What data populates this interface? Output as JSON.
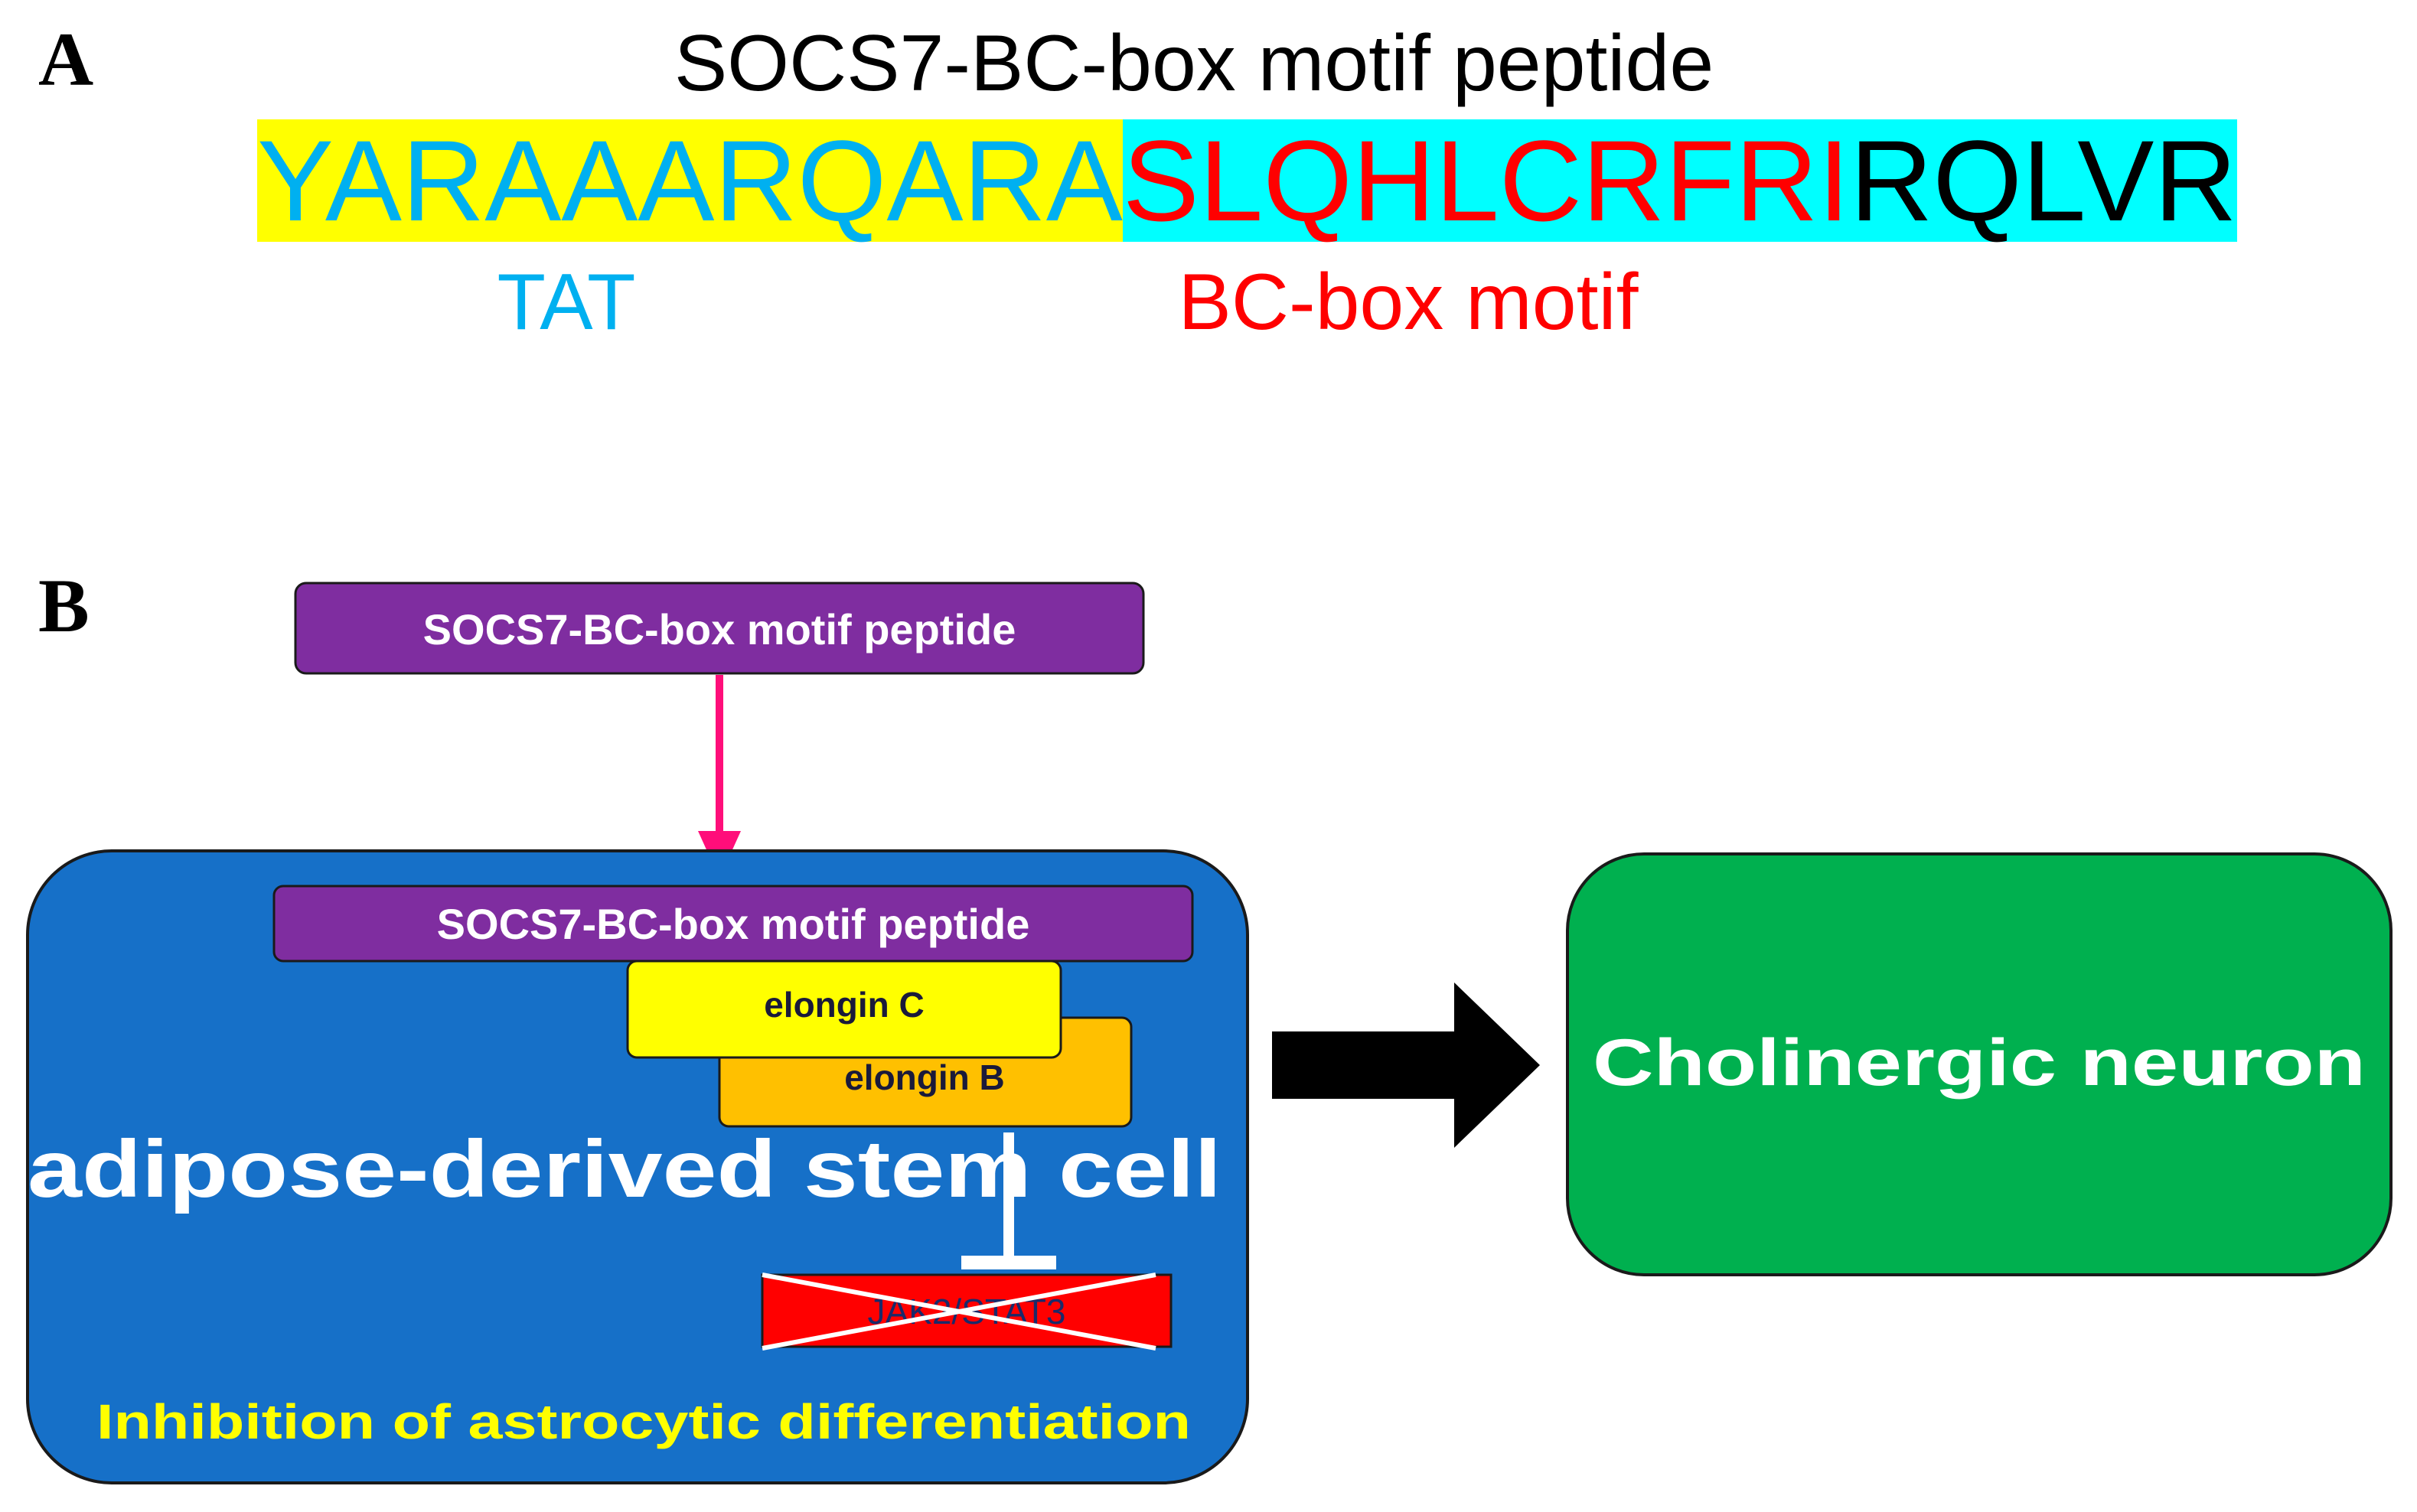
{
  "panel_a": {
    "label": "A",
    "title": "SOCS7-BC-box motif peptide",
    "sequence": {
      "tat": "YARAAARQARA",
      "bc_box": "SLQHLCRFRI",
      "tail": "RQLVR"
    },
    "tat_label": "TAT",
    "bc_label": "BC-box motif"
  },
  "panel_b": {
    "label": "B",
    "peptide_box_top": "SOCS7-BC-box motif peptide",
    "peptide_box_inner": "SOCS7-BC-box motif peptide",
    "elongin_c": "elongin C",
    "elongin_b": "elongin B",
    "cell_label": "adipose-derived stem cell",
    "jak_stat": "JAK2/STAT3",
    "inhibition_label": "Inhibition of astrocytic differentiation",
    "neuron_label": "Cholinergic neuron"
  },
  "colors": {
    "tat_highlight": "#ffff00",
    "tat_text": "#00b0f0",
    "bc_highlight": "#00ffff",
    "bc_text": "#ff0000",
    "peptide_box": "#7f2da0",
    "cell_box": "#1670c8",
    "elongin_c": "#ffff00",
    "elongin_b": "#ffc000",
    "jak_box": "#ff0000",
    "neuron_box": "#00b04f",
    "arrow_pink": "#ff0e7a",
    "inhibition_text": "#ffff00"
  }
}
